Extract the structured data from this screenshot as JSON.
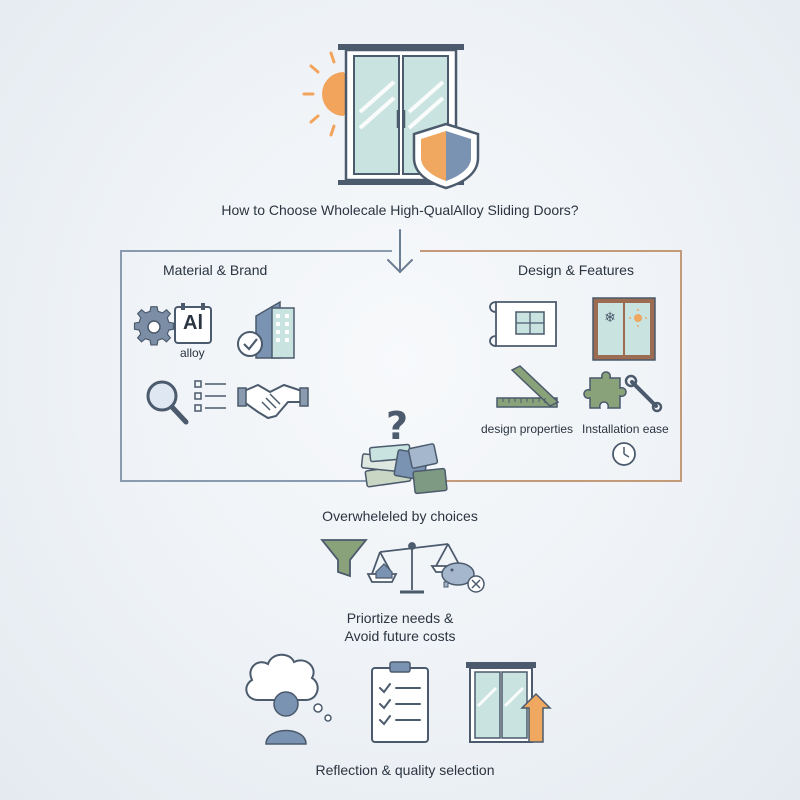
{
  "title": "How to Choose Wholecale High-QualAlloy Sliding Doors?",
  "left_section": {
    "heading": "Material & Brand",
    "alloy_badge": "Al",
    "alloy_label": "alloy"
  },
  "right_section": {
    "heading": "Design & Features",
    "design_label": "design properties",
    "install_label": "Installation ease"
  },
  "overwhelm": {
    "question_mark": "?",
    "label": "Overwheleled by choices"
  },
  "prioritize": {
    "line1": "Priortize needs &",
    "line2": "Avoid future costs"
  },
  "final": {
    "label": "Reflection & quality selection"
  },
  "colors": {
    "outline": "#4b5a6c",
    "glass": "#c9e3e0",
    "accent_orange": "#f0a860",
    "accent_blue": "#7b93b3",
    "brown": "#9b6b52"
  }
}
